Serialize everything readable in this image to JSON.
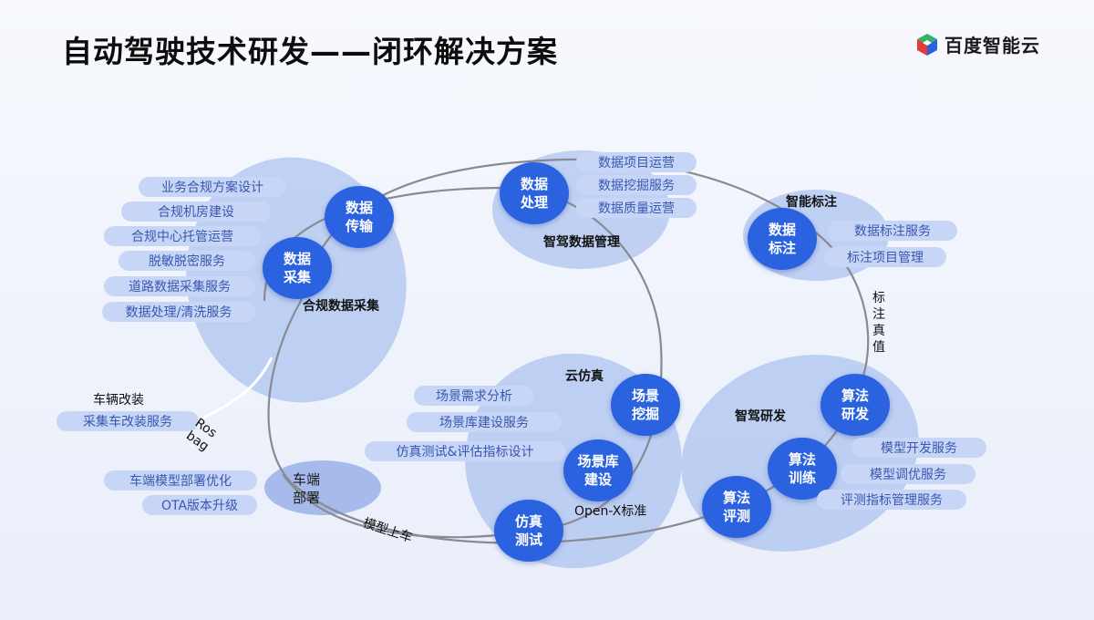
{
  "title": "自动驾驶技术研发——闭环解决方案",
  "logo": {
    "text": "百度智能云",
    "icon": "baidu-cloud-cube-icon"
  },
  "colors": {
    "node": "#2a62e0",
    "node_light": "#4f7fe5",
    "pill_bg": "#c7d6f6",
    "pill_text": "#3a57b0",
    "blob": "#96b2eb"
  },
  "groups": {
    "compliance": "合规数据采集",
    "data_mgmt": "智驾数据管理",
    "labeling": "智能标注",
    "simulation": "云仿真",
    "rnd": "智驾研发",
    "vehicle_mod": "车辆改装"
  },
  "nodes": {
    "data_transfer": "数据\n传输",
    "data_collect": "数据\n采集",
    "data_process": "数据\n处理",
    "data_label": "数据\n标注",
    "algo_dev": "算法\n研发",
    "algo_train": "算法\n训练",
    "algo_eval": "算法\n评测",
    "scene_mining": "场景\n挖掘",
    "scene_lib": "场景库\n建设",
    "sim_test": "仿真\n测试",
    "deploy": "车端\n部署"
  },
  "pills": {
    "compliance": [
      "业务合规方案设计",
      "合规机房建设",
      "合规中心托管运营",
      "脱敏脱密服务",
      "道路数据采集服务",
      "数据处理/清洗服务"
    ],
    "data_mgmt": [
      "数据项目运营",
      "数据挖掘服务",
      "数据质量运营"
    ],
    "labeling": [
      "数据标注服务",
      "标注项目管理"
    ],
    "rnd": [
      "模型开发服务",
      "模型调优服务",
      "评测指标管理服务"
    ],
    "simulation": [
      "场景需求分析",
      "场景库建设服务",
      "仿真测试&评估指标设计"
    ],
    "vehicle_mod": [
      "采集车改装服务"
    ],
    "deploy": [
      "车端模型部署优化",
      "OTA版本升级"
    ]
  },
  "edges": {
    "label_truth": "标注真值",
    "model_to_car": "模型上车",
    "rosbag": "Ros\nbag",
    "openx": "Open-X标准"
  }
}
